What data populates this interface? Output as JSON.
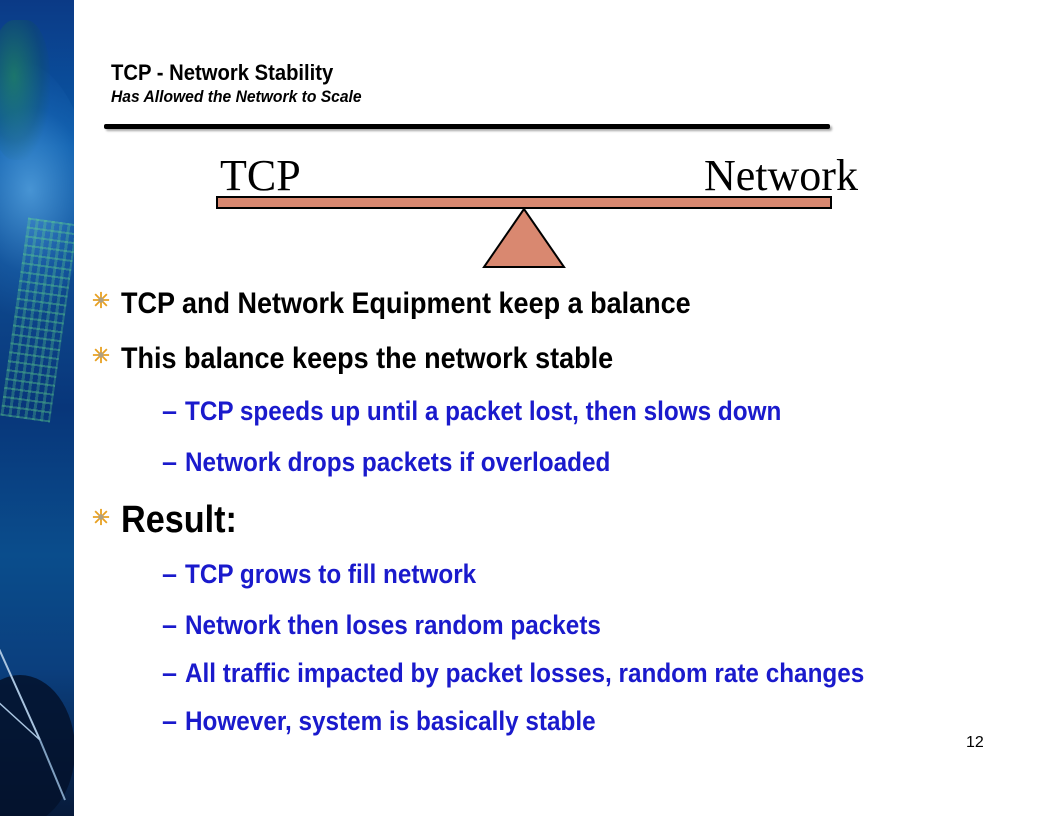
{
  "slide": {
    "title": "TCP - Network Stability",
    "subtitle": "Has Allowed the Network to Scale",
    "scale": {
      "left_label": "TCP",
      "right_label": "Network",
      "beam_color": "#d98870",
      "fulcrum_color": "#d98870"
    },
    "bullets": [
      {
        "text": "TCP and Network Equipment keep a balance",
        "sub": []
      },
      {
        "text": "This balance keeps the network stable",
        "sub": [
          "TCP speeds up until a packet lost, then slows down",
          "Network drops packets if overloaded"
        ]
      },
      {
        "text": "Result:",
        "sub": [
          "TCP grows to fill network",
          "Network then loses random packets",
          "All traffic impacted by packet losses, random rate changes",
          "However, system is basically stable"
        ]
      }
    ],
    "dash": "–",
    "page_number": "12",
    "colors": {
      "sub_text": "#1a1acc",
      "bullet_icon": "#e8a020"
    }
  }
}
